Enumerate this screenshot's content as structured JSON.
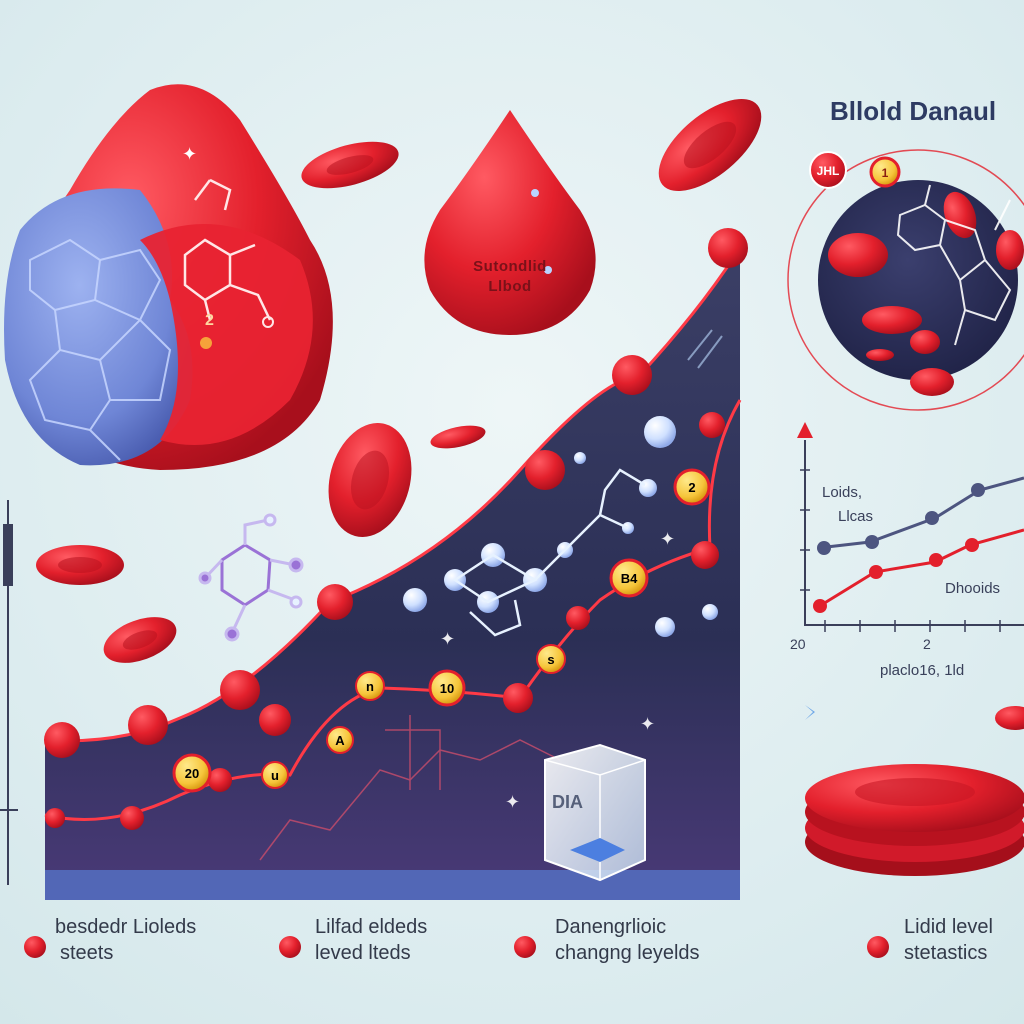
{
  "title": "Bllold Danaul",
  "drop_label": {
    "line1": "Sutondlid",
    "line2": "Llbod"
  },
  "circle_badges": [
    "JHL",
    "1"
  ],
  "molecule_number": "2",
  "chart_badges": [
    "20",
    "u",
    "A",
    "n",
    "10",
    "s",
    "B4",
    "2"
  ],
  "mini_chart": {
    "series_a": "Loids,",
    "series_b": "Llcas",
    "series_c": "Dhooids",
    "tick_start": "20",
    "tick_mid": "2",
    "xlabel": "placlo16, 1ld"
  },
  "box_label": "DIA",
  "legend": [
    {
      "line1": "besdedr Lioleds",
      "line2": "steets"
    },
    {
      "line1": "Lilfad eldeds",
      "line2": "leved lteds"
    },
    {
      "line1": "Danengrlioic",
      "line2": "changng leyelds"
    },
    {
      "line1": "Lidid level",
      "line2": "stetastics"
    }
  ],
  "colors": {
    "blood_red": "#e3202c",
    "navy": "#2b2f55",
    "gold": "#f6c53a",
    "blue": "#6f86d6"
  }
}
